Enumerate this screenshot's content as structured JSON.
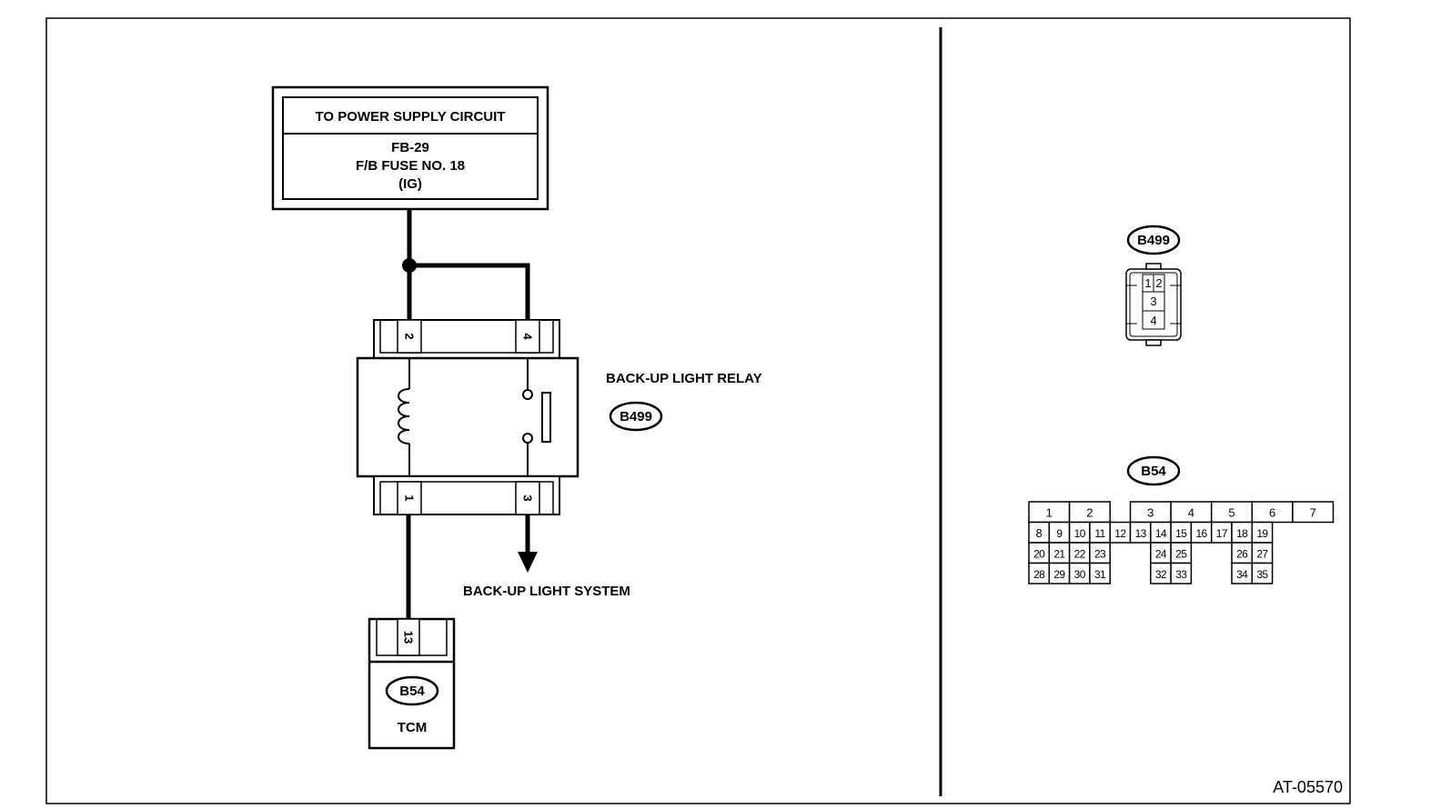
{
  "power_box": {
    "title": "TO POWER SUPPLY CIRCUIT",
    "line1": "FB-29",
    "line2": "F/B FUSE NO. 18",
    "line3": "(IG)"
  },
  "relay": {
    "label": "BACK-UP LIGHT RELAY",
    "connector": "B499",
    "pins_top": [
      "2",
      "4"
    ],
    "pins_bottom": [
      "1",
      "3"
    ]
  },
  "backup_light_label": "BACK-UP LIGHT SYSTEM",
  "tcm": {
    "pin": "13",
    "connector": "B54",
    "label": "TCM"
  },
  "connector_b499": {
    "label": "B499",
    "pins": [
      "1",
      "2",
      "3",
      "4"
    ]
  },
  "connector_b54": {
    "label": "B54",
    "row1": [
      "1",
      "2",
      "3",
      "4",
      "5",
      "6",
      "7"
    ],
    "row2": [
      "8",
      "9",
      "10",
      "11",
      "12",
      "13",
      "14",
      "15",
      "16",
      "17",
      "18",
      "19"
    ],
    "row3": [
      "20",
      "21",
      "22",
      "23",
      "24",
      "25",
      "26",
      "27"
    ],
    "row4": [
      "28",
      "29",
      "30",
      "31",
      "32",
      "33",
      "34",
      "35"
    ]
  },
  "figure_id": "AT-05570"
}
